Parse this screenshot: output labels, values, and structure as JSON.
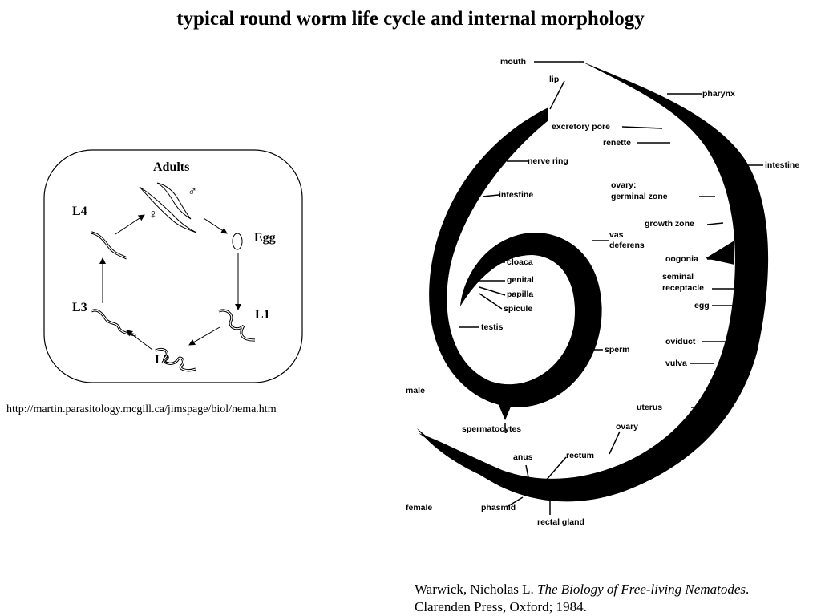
{
  "title": "typical round worm life cycle and internal morphology",
  "life_cycle": {
    "stages": {
      "adults": "Adults",
      "egg": "Egg",
      "l1": "L1",
      "l2": "L2",
      "l3": "L3",
      "l4": "L4"
    },
    "male_symbol": "♂",
    "female_symbol": "♀"
  },
  "source_url": "http://martin.parasitology.mcgill.ca/jimspage/biol/nema.htm",
  "anatomy": {
    "mouth": "mouth",
    "lip": "lip",
    "pharynx": "pharynx",
    "excretory_pore": "excretory pore",
    "renette": "renette",
    "nerve_ring": "nerve ring",
    "intestine_right": "intestine",
    "intestine_left": "intestine",
    "ovary_header": "ovary:",
    "germinal_zone": "germinal zone",
    "growth_zone": "growth zone",
    "vas_deferens_1": "vas",
    "vas_deferens_2": "deferens",
    "oogonia": "oogonia",
    "seminal_receptacle_1": "seminal",
    "seminal_receptacle_2": "receptacle",
    "cloaca": "cloaca",
    "genital_papilla_1": "genital",
    "genital_papilla_2": "papilla",
    "spicule": "spicule",
    "egg": "egg",
    "testis": "testis",
    "oviduct": "oviduct",
    "sperm": "sperm",
    "vulva": "vulva",
    "male": "male",
    "uterus": "uterus",
    "spermatocytes": "spermatocytes",
    "ovary": "ovary",
    "anus": "anus",
    "rectum": "rectum",
    "female": "female",
    "phasmid": "phasmid",
    "rectal_gland": "rectal gland"
  },
  "citation": {
    "author": "Warwick, Nicholas L. ",
    "book": "The Biology of Free-living Nematodes",
    "after_book": ".",
    "publisher": "Clarenden Press, Oxford; 1984."
  }
}
